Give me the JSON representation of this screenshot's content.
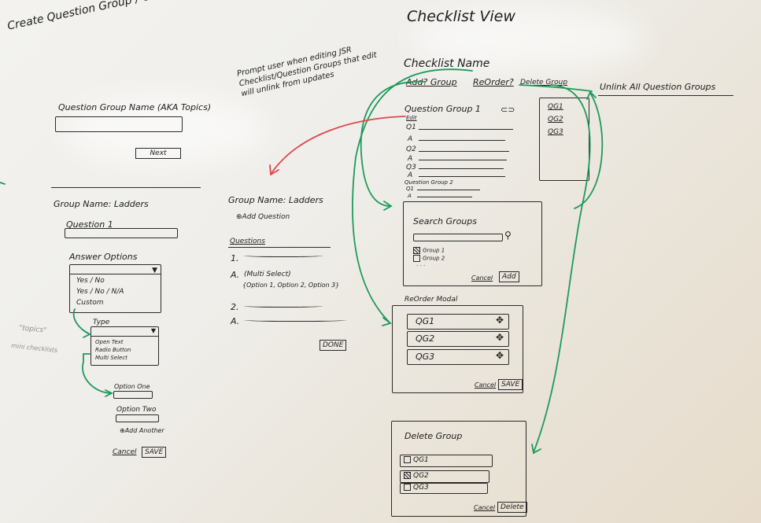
{
  "colors": {
    "ink": "#1d1d1d",
    "green": "#1f9a5b",
    "red": "#e0474c"
  },
  "create": {
    "title": "Create Question Group / Checklist",
    "group_name_label": "Question Group Name (AKA Topics)",
    "next": "Next",
    "group_name": "Group Name: Ladders",
    "question1": "Question 1",
    "answer_options": "Answer Options",
    "options": [
      "Yes / No",
      "Yes / No / N/A",
      "Custom"
    ],
    "type_label": "Type",
    "types": [
      "Open Text",
      "Radio Button",
      "Multi Select"
    ],
    "option_one": "Option One",
    "option_two": "Option Two",
    "add_another": "⊕Add Another",
    "cancel": "Cancel",
    "save": "SAVE",
    "side_note_1": "\"topics\"",
    "side_note_2": "mini checklists"
  },
  "middle": {
    "prompt_note": "Prompt user when editing JSR Checklist/Question Groups that edit will unlink from updates",
    "group_name": "Group Name: Ladders",
    "add_question": "⊕Add Question",
    "questions": "Questions",
    "q1": "1.",
    "a": "A.",
    "multi_select": "(Multi Select)",
    "options": "{Option 1, Option 2, Option 3}",
    "q2": "2.",
    "a2": "A.",
    "done": "DONE"
  },
  "checklist": {
    "title": "Checklist View",
    "name": "Checklist Name",
    "add_group": "Add? Group",
    "reorder": "ReOrder?",
    "delete_group": "Delete Group",
    "unlink_all": "Unlink All Question Groups",
    "group1": "Question Group 1",
    "edit": "Edit",
    "lines": [
      "Q1",
      "A",
      "Q2",
      "A",
      "Q3",
      "A"
    ],
    "group2": "Question Group 2",
    "group2_lines": [
      "Q1",
      "A"
    ],
    "sidebar": [
      "QG1",
      "QG2",
      "QG3"
    ]
  },
  "search_modal": {
    "title": "Search Groups",
    "items": [
      {
        "label": "Group 1",
        "checked": true
      },
      {
        "label": "Group 2",
        "checked": false
      }
    ],
    "more": "· · ·",
    "cancel": "Cancel",
    "add": "Add"
  },
  "reorder_modal": {
    "title": "ReOrder Modal",
    "items": [
      "QG1",
      "QG2",
      "QG3"
    ],
    "cancel": "Cancel",
    "save": "SAVE"
  },
  "delete_modal": {
    "title": "Delete Group",
    "items": [
      {
        "label": "QG1",
        "checked": false
      },
      {
        "label": "QG2",
        "checked": true
      },
      {
        "label": "QG3",
        "checked": false
      }
    ],
    "cancel": "Cancel",
    "delete": "Delete"
  }
}
